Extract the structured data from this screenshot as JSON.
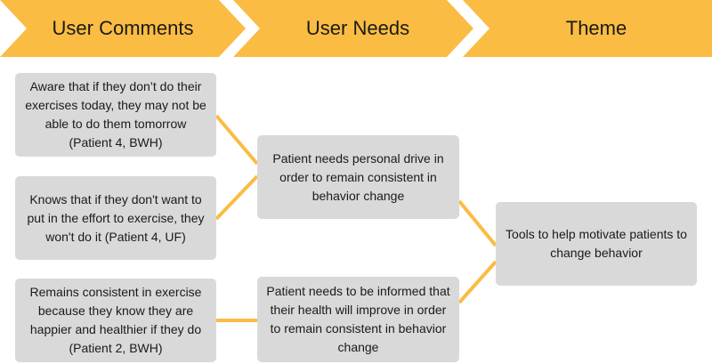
{
  "colors": {
    "chevron": "#fbbc43",
    "connector": "#fbbc43",
    "box": "#d9d9d9",
    "text": "#1a1a1a"
  },
  "header": {
    "stages": [
      "User Comments",
      "User Needs",
      "Theme"
    ]
  },
  "comments": [
    "Aware that if they don’t do their exercises today, they may not be able to do them tomorrow (Patient 4, BWH)",
    "Knows that if they don't want to put in the effort to exercise, they won't do it (Patient 4, UF)",
    "Remains consistent in exercise because they know they are happier and healthier if they do (Patient 2, BWH)"
  ],
  "needs": [
    "Patient needs personal drive in order to remain consistent in behavior change",
    "Patient needs to be informed that their health will improve in order to remain consistent in behavior change"
  ],
  "theme": "Tools to help motivate patients to change behavior"
}
